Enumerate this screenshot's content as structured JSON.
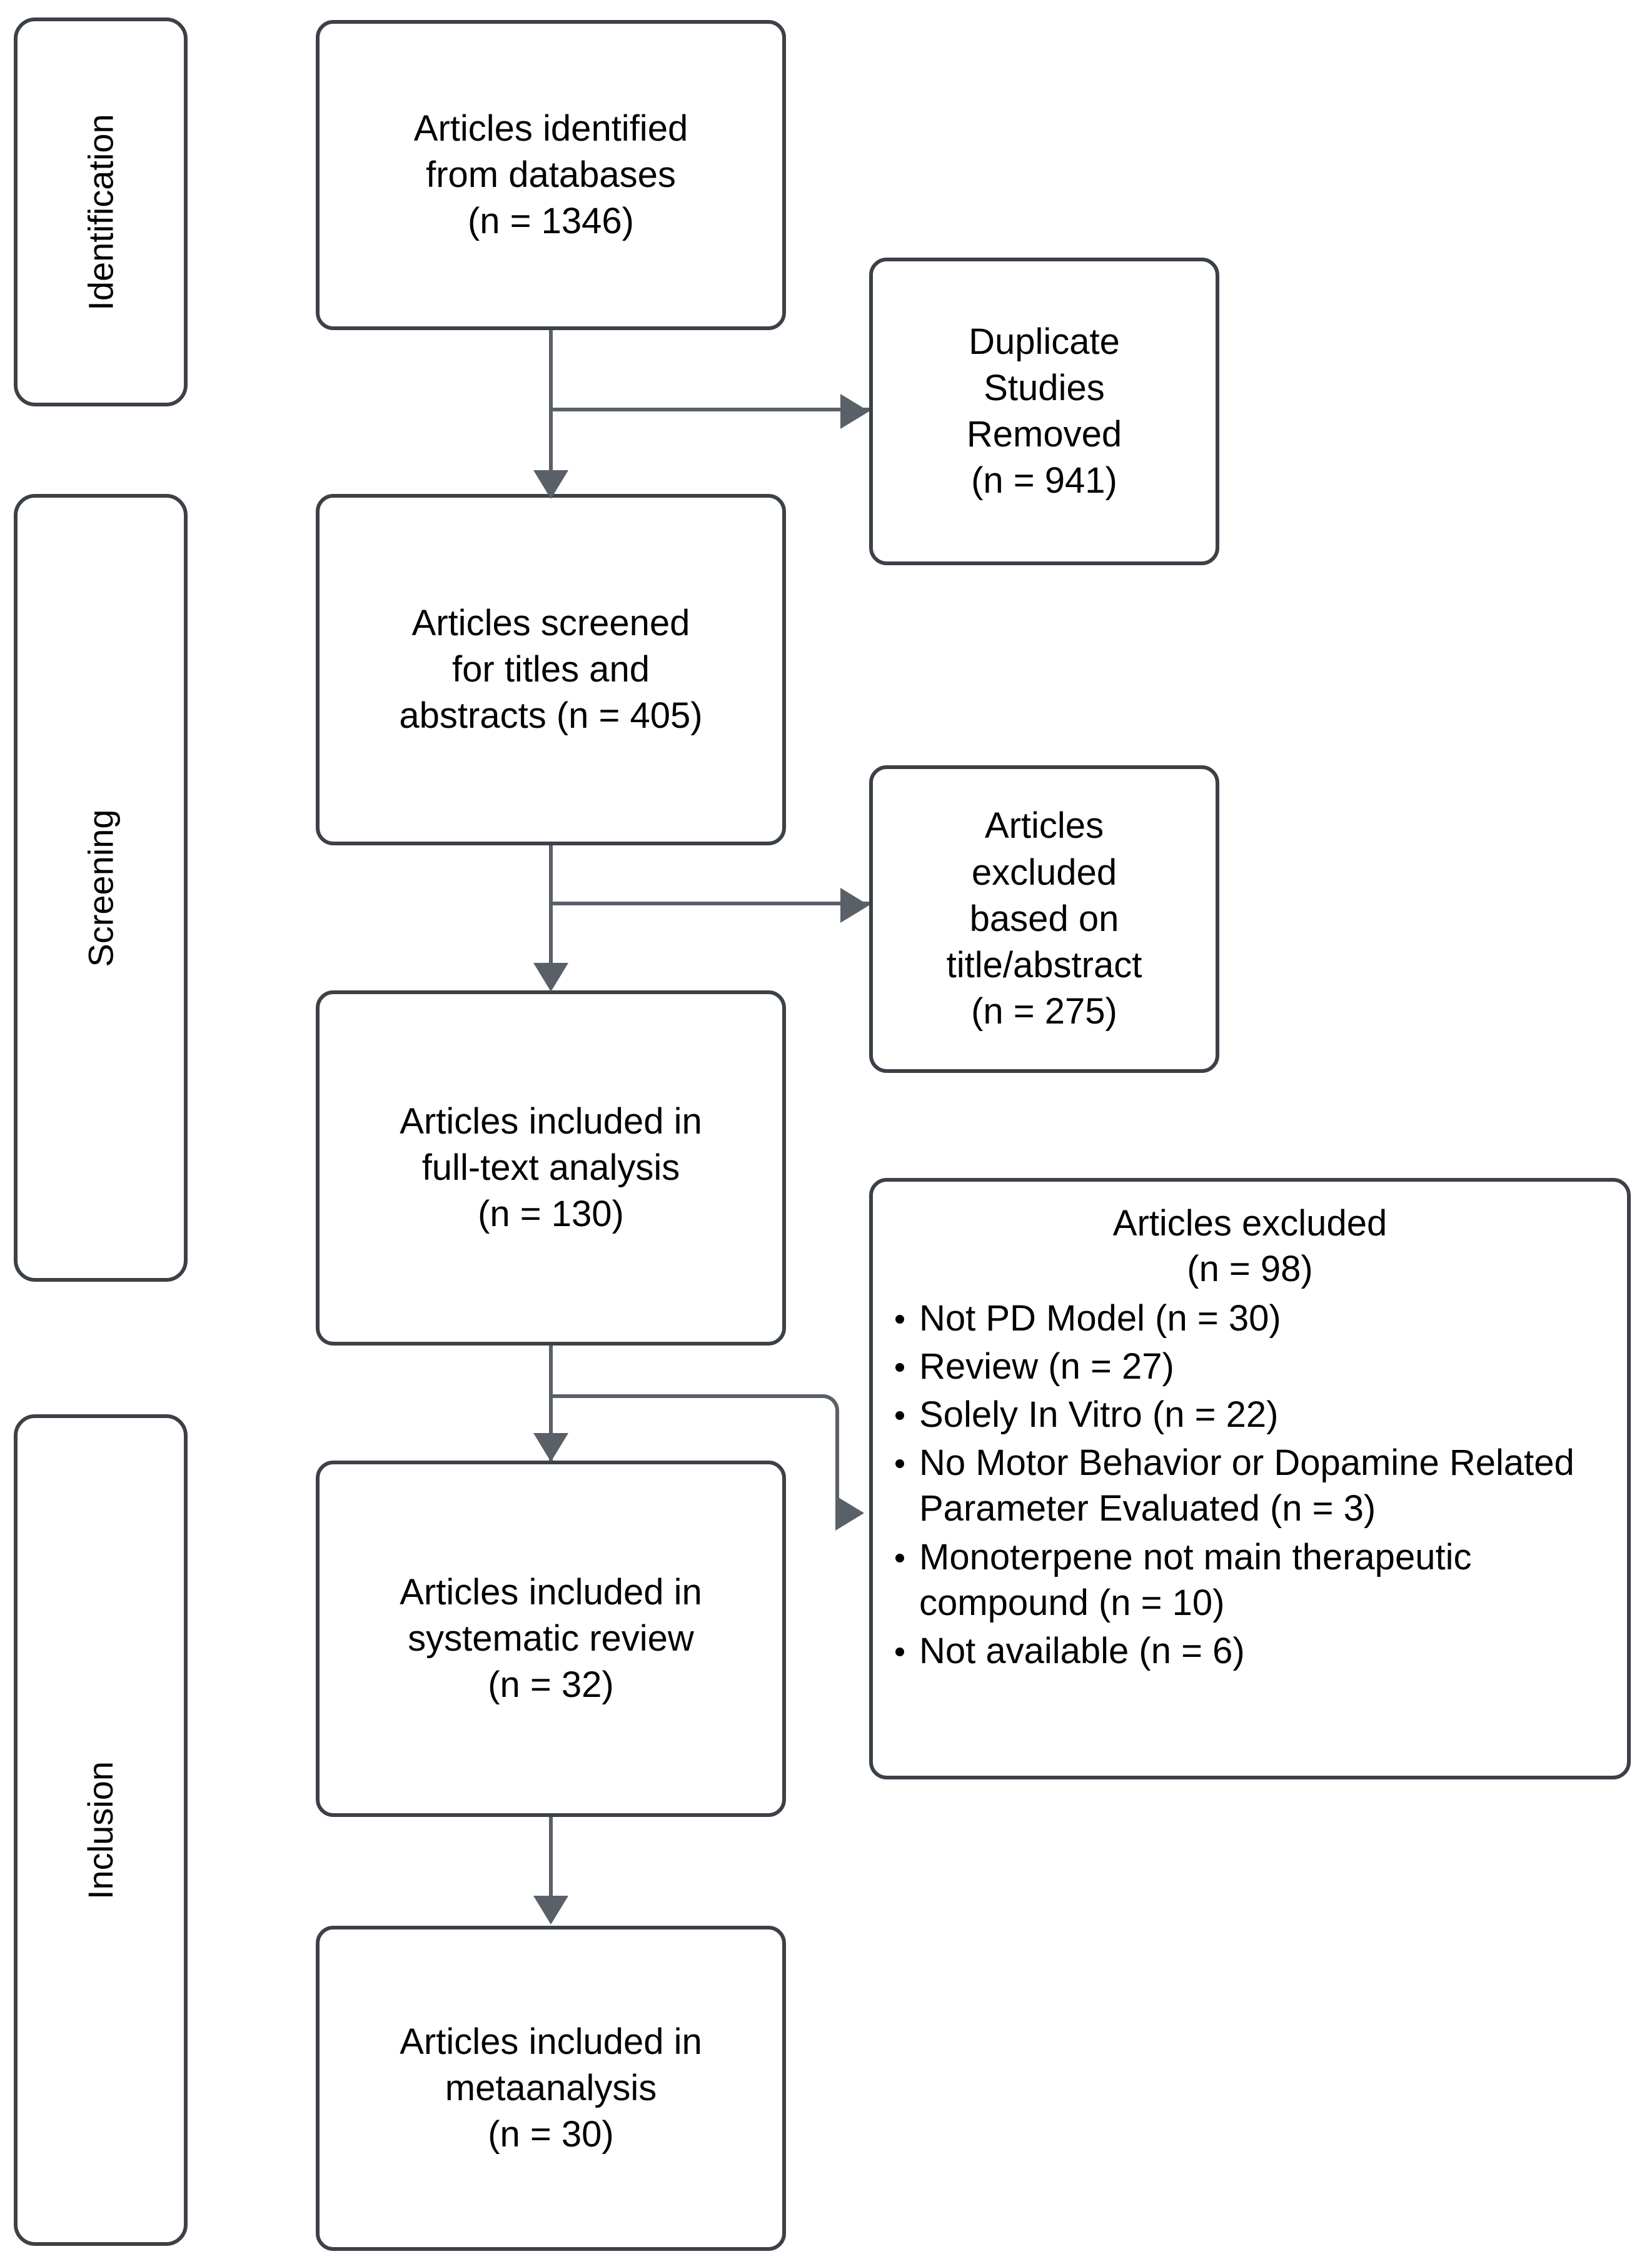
{
  "diagram": {
    "type": "prisma-flow-diagram",
    "stages": [
      {
        "id": "identification",
        "label": "Identification"
      },
      {
        "id": "screening",
        "label": "Screening"
      },
      {
        "id": "inclusion",
        "label": "Inclusion"
      }
    ],
    "main_nodes": [
      {
        "id": "identified",
        "text": "Articles identified\nfrom databases\n(n = 1346)",
        "n": 1346
      },
      {
        "id": "screened",
        "text": "Articles screened\nfor titles and\nabstracts (n = 405)",
        "n": 405
      },
      {
        "id": "fulltext",
        "text": "Articles included in\nfull-text analysis\n(n = 130)",
        "n": 130
      },
      {
        "id": "systematic-review",
        "text": "Articles included in\nsystematic review\n(n = 32)",
        "n": 32
      },
      {
        "id": "metaanalysis",
        "text": "Articles included in\nmetaanalysis\n(n = 30)",
        "n": 30
      }
    ],
    "side_nodes": [
      {
        "id": "duplicates-removed",
        "text": "Duplicate\nStudies\nRemoved\n(n = 941)",
        "n": 941
      },
      {
        "id": "excluded-title-abstract",
        "text": "Articles\nexcluded\nbased on\ntitle/abstract\n(n = 275)",
        "n": 275
      }
    ],
    "excluded_node": {
      "id": "articles-excluded",
      "heading": "Articles excluded\n(n = 98)",
      "n": 98,
      "reasons": [
        {
          "label": "Not PD Model (n = 30)",
          "n": 30
        },
        {
          "label": "Review (n = 27)",
          "n": 27
        },
        {
          "label": "Solely In Vitro (n = 22)",
          "n": 22
        },
        {
          "label": "No Motor Behavior or Dopamine Related Parameter Evaluated (n = 3)",
          "n": 3
        },
        {
          "label": "Monoterpene not main therapeutic compound (n = 10)",
          "n": 10
        },
        {
          "label": "Not available (n = 6)",
          "n": 6
        }
      ]
    },
    "colors": {
      "node_border": "#3b4147",
      "connector": "#5a6068",
      "background": "#ffffff",
      "text": "#000000"
    }
  }
}
